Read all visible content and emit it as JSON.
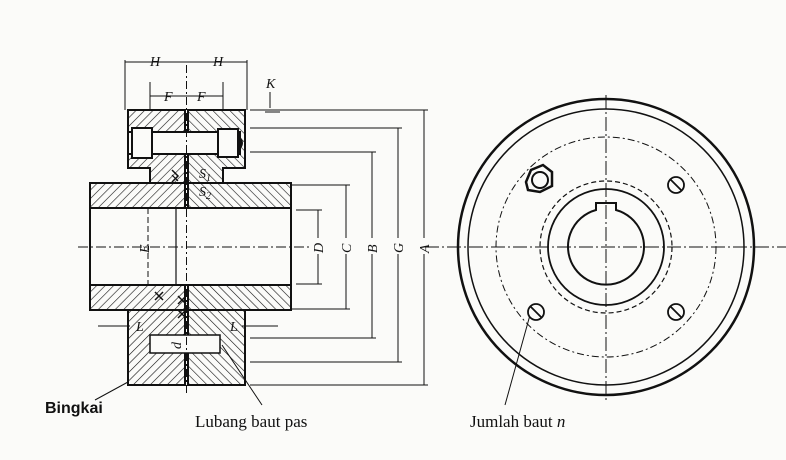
{
  "labels": {
    "H_left": "H",
    "H_right": "H",
    "F_left": "F",
    "F_right": "F",
    "K": "K",
    "S1": "S",
    "S1_sub": "1",
    "S2": "S",
    "S2_sub": "2",
    "E": "E",
    "D": "D",
    "C": "C",
    "B": "B",
    "G": "G",
    "A": "A",
    "L_left": "L",
    "L_right": "L",
    "d": "d"
  },
  "captions": {
    "frame": "Bingkai",
    "fitted_bolt_hole": "Lubang baut pas",
    "bolt_count": "Jumlah baut",
    "bolt_count_var": "n"
  },
  "colors": {
    "ink": "#111111",
    "paper": "#fbfbf9"
  }
}
